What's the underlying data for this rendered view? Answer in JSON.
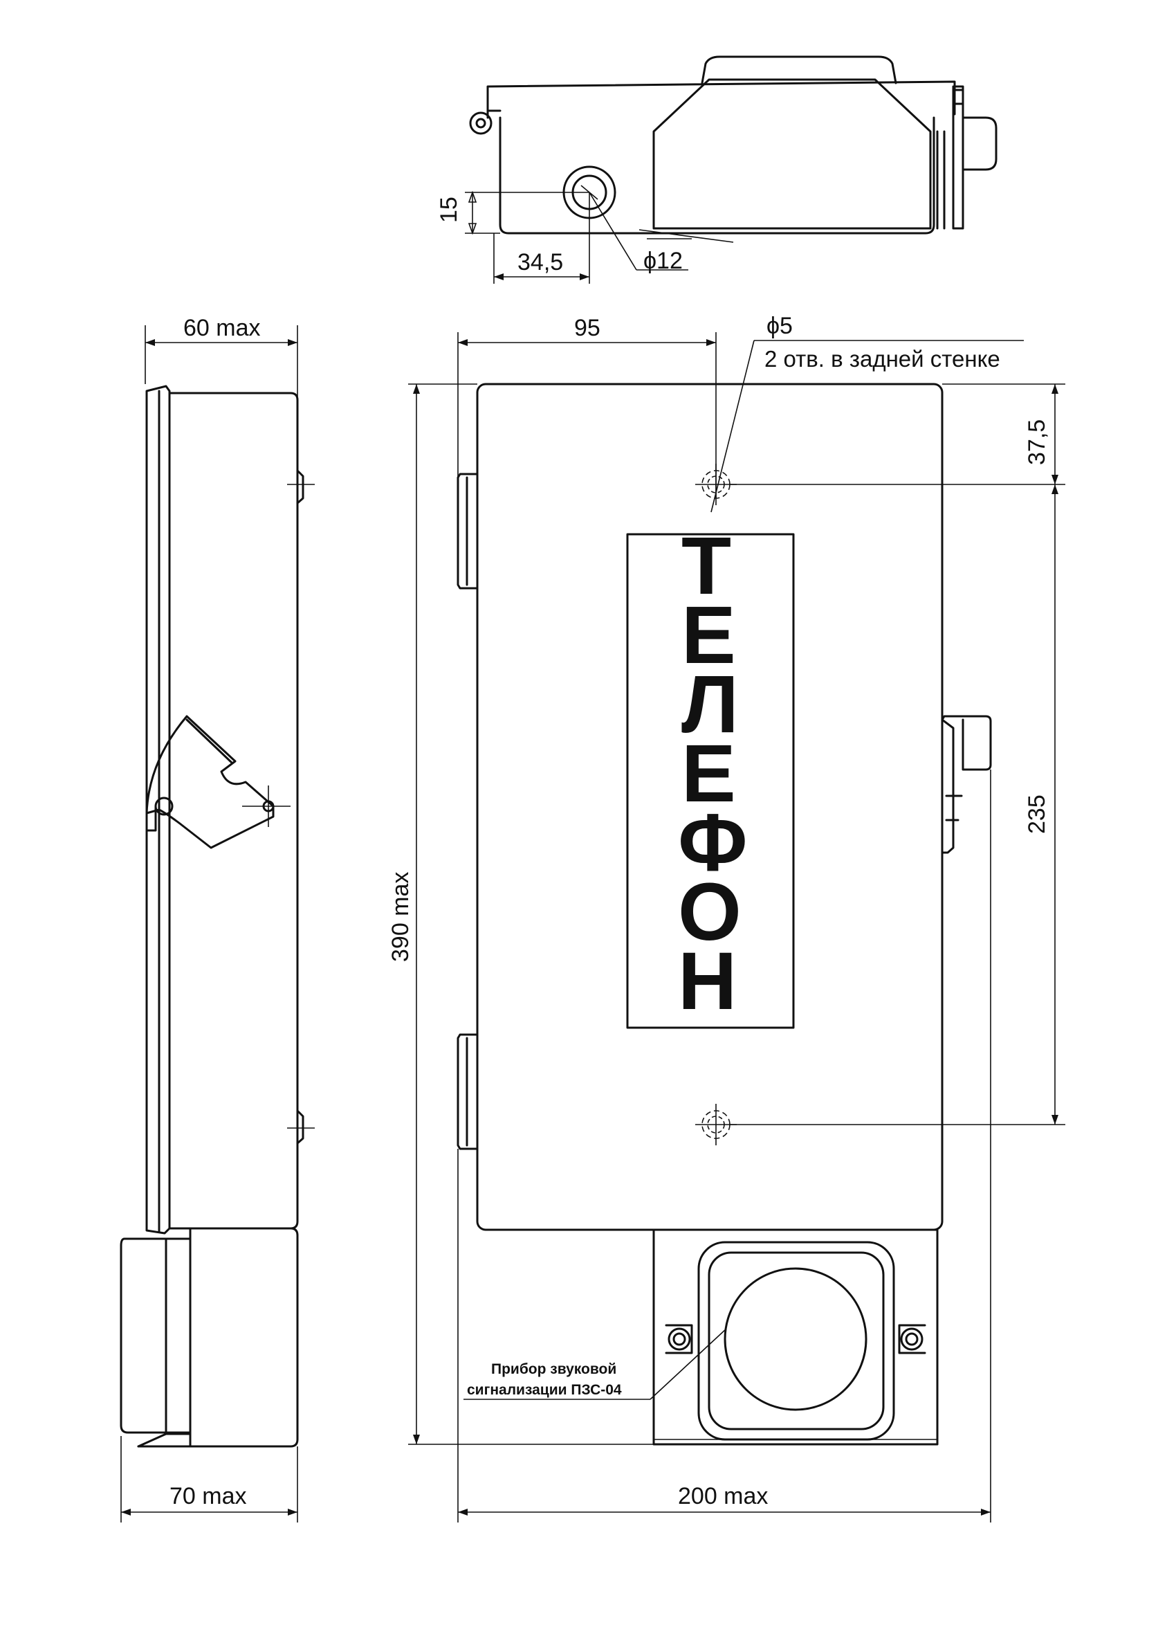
{
  "top_view": {
    "dim_height_15": "15",
    "dim_offset_34_5": "34,5",
    "dim_hole_12": "ϕ12"
  },
  "front_view": {
    "dim_width_95": "95",
    "hole_dia": "ϕ5",
    "hole_note": "2 отв. в задней стенке",
    "dim_37_5": "37,5",
    "dim_235": "235",
    "dim_390_max": "390 max",
    "dim_200_max": "200 max",
    "panel_letters": [
      "Т",
      "Е",
      "Л",
      "Е",
      "Ф",
      "О",
      "Н"
    ],
    "device_label_line1": "Прибор звуковой",
    "device_label_line2": "сигнализации ПЗС-04"
  },
  "side_view": {
    "dim_60_max": "60 max",
    "dim_70_max": "70 max"
  }
}
